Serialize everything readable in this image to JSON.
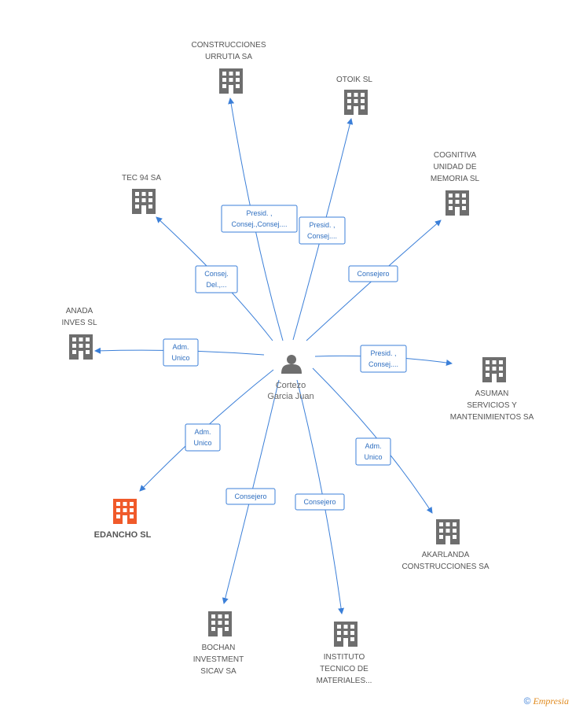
{
  "center": {
    "name_lines": [
      "Cortezo",
      "Garcia Juan"
    ]
  },
  "colors": {
    "building": "#6e6e6e",
    "highlight": "#f05a2a",
    "edge": "#3b7fd8",
    "person": "#6e6e6e"
  },
  "nodes": [
    {
      "id": "construcciones-urrutia",
      "lines": [
        "CONSTRUCCIONES",
        "URRUTIA SA"
      ],
      "highlight": false
    },
    {
      "id": "otoik",
      "lines": [
        "OTOIK SL"
      ],
      "highlight": false
    },
    {
      "id": "cognitiva",
      "lines": [
        "COGNITIVA",
        "UNIDAD DE",
        "MEMORIA SL"
      ],
      "highlight": false
    },
    {
      "id": "tec-94",
      "lines": [
        "TEC 94 SA"
      ],
      "highlight": false
    },
    {
      "id": "anada-inves",
      "lines": [
        "ANADA",
        "INVES SL"
      ],
      "highlight": false
    },
    {
      "id": "asuman",
      "lines": [
        "ASUMAN",
        "SERVICIOS Y",
        "MANTENIMIENTOS SA"
      ],
      "highlight": false
    },
    {
      "id": "edancho",
      "lines": [
        "EDANCHO SL"
      ],
      "highlight": true
    },
    {
      "id": "akarlanda",
      "lines": [
        "AKARLANDA",
        "CONSTRUCCIONES SA"
      ],
      "highlight": false
    },
    {
      "id": "bochan",
      "lines": [
        "BOCHAN",
        "INVESTMENT",
        "SICAV SA"
      ],
      "highlight": false
    },
    {
      "id": "instituto",
      "lines": [
        "INSTITUTO",
        "TECNICO DE",
        "MATERIALES..."
      ],
      "highlight": false
    }
  ],
  "edges": [
    {
      "to": "construcciones-urrutia",
      "lines": [
        "Presid. ,",
        "Consej.,Consej...."
      ]
    },
    {
      "to": "otoik",
      "lines": [
        "Presid. ,",
        "Consej...."
      ]
    },
    {
      "to": "cognitiva",
      "lines": [
        "Consejero"
      ]
    },
    {
      "to": "tec-94",
      "lines": [
        "Consej.",
        "Del.,..."
      ]
    },
    {
      "to": "anada-inves",
      "lines": [
        "Adm.",
        "Unico"
      ]
    },
    {
      "to": "asuman",
      "lines": [
        "Presid. ,",
        "Consej...."
      ]
    },
    {
      "to": "edancho",
      "lines": [
        "Adm.",
        "Unico"
      ]
    },
    {
      "to": "akarlanda",
      "lines": [
        "Adm.",
        "Unico"
      ]
    },
    {
      "to": "bochan",
      "lines": [
        "Consejero"
      ]
    },
    {
      "to": "instituto",
      "lines": [
        "Consejero"
      ]
    }
  ],
  "footer": {
    "copyright": "©",
    "brand": "Empresia"
  }
}
